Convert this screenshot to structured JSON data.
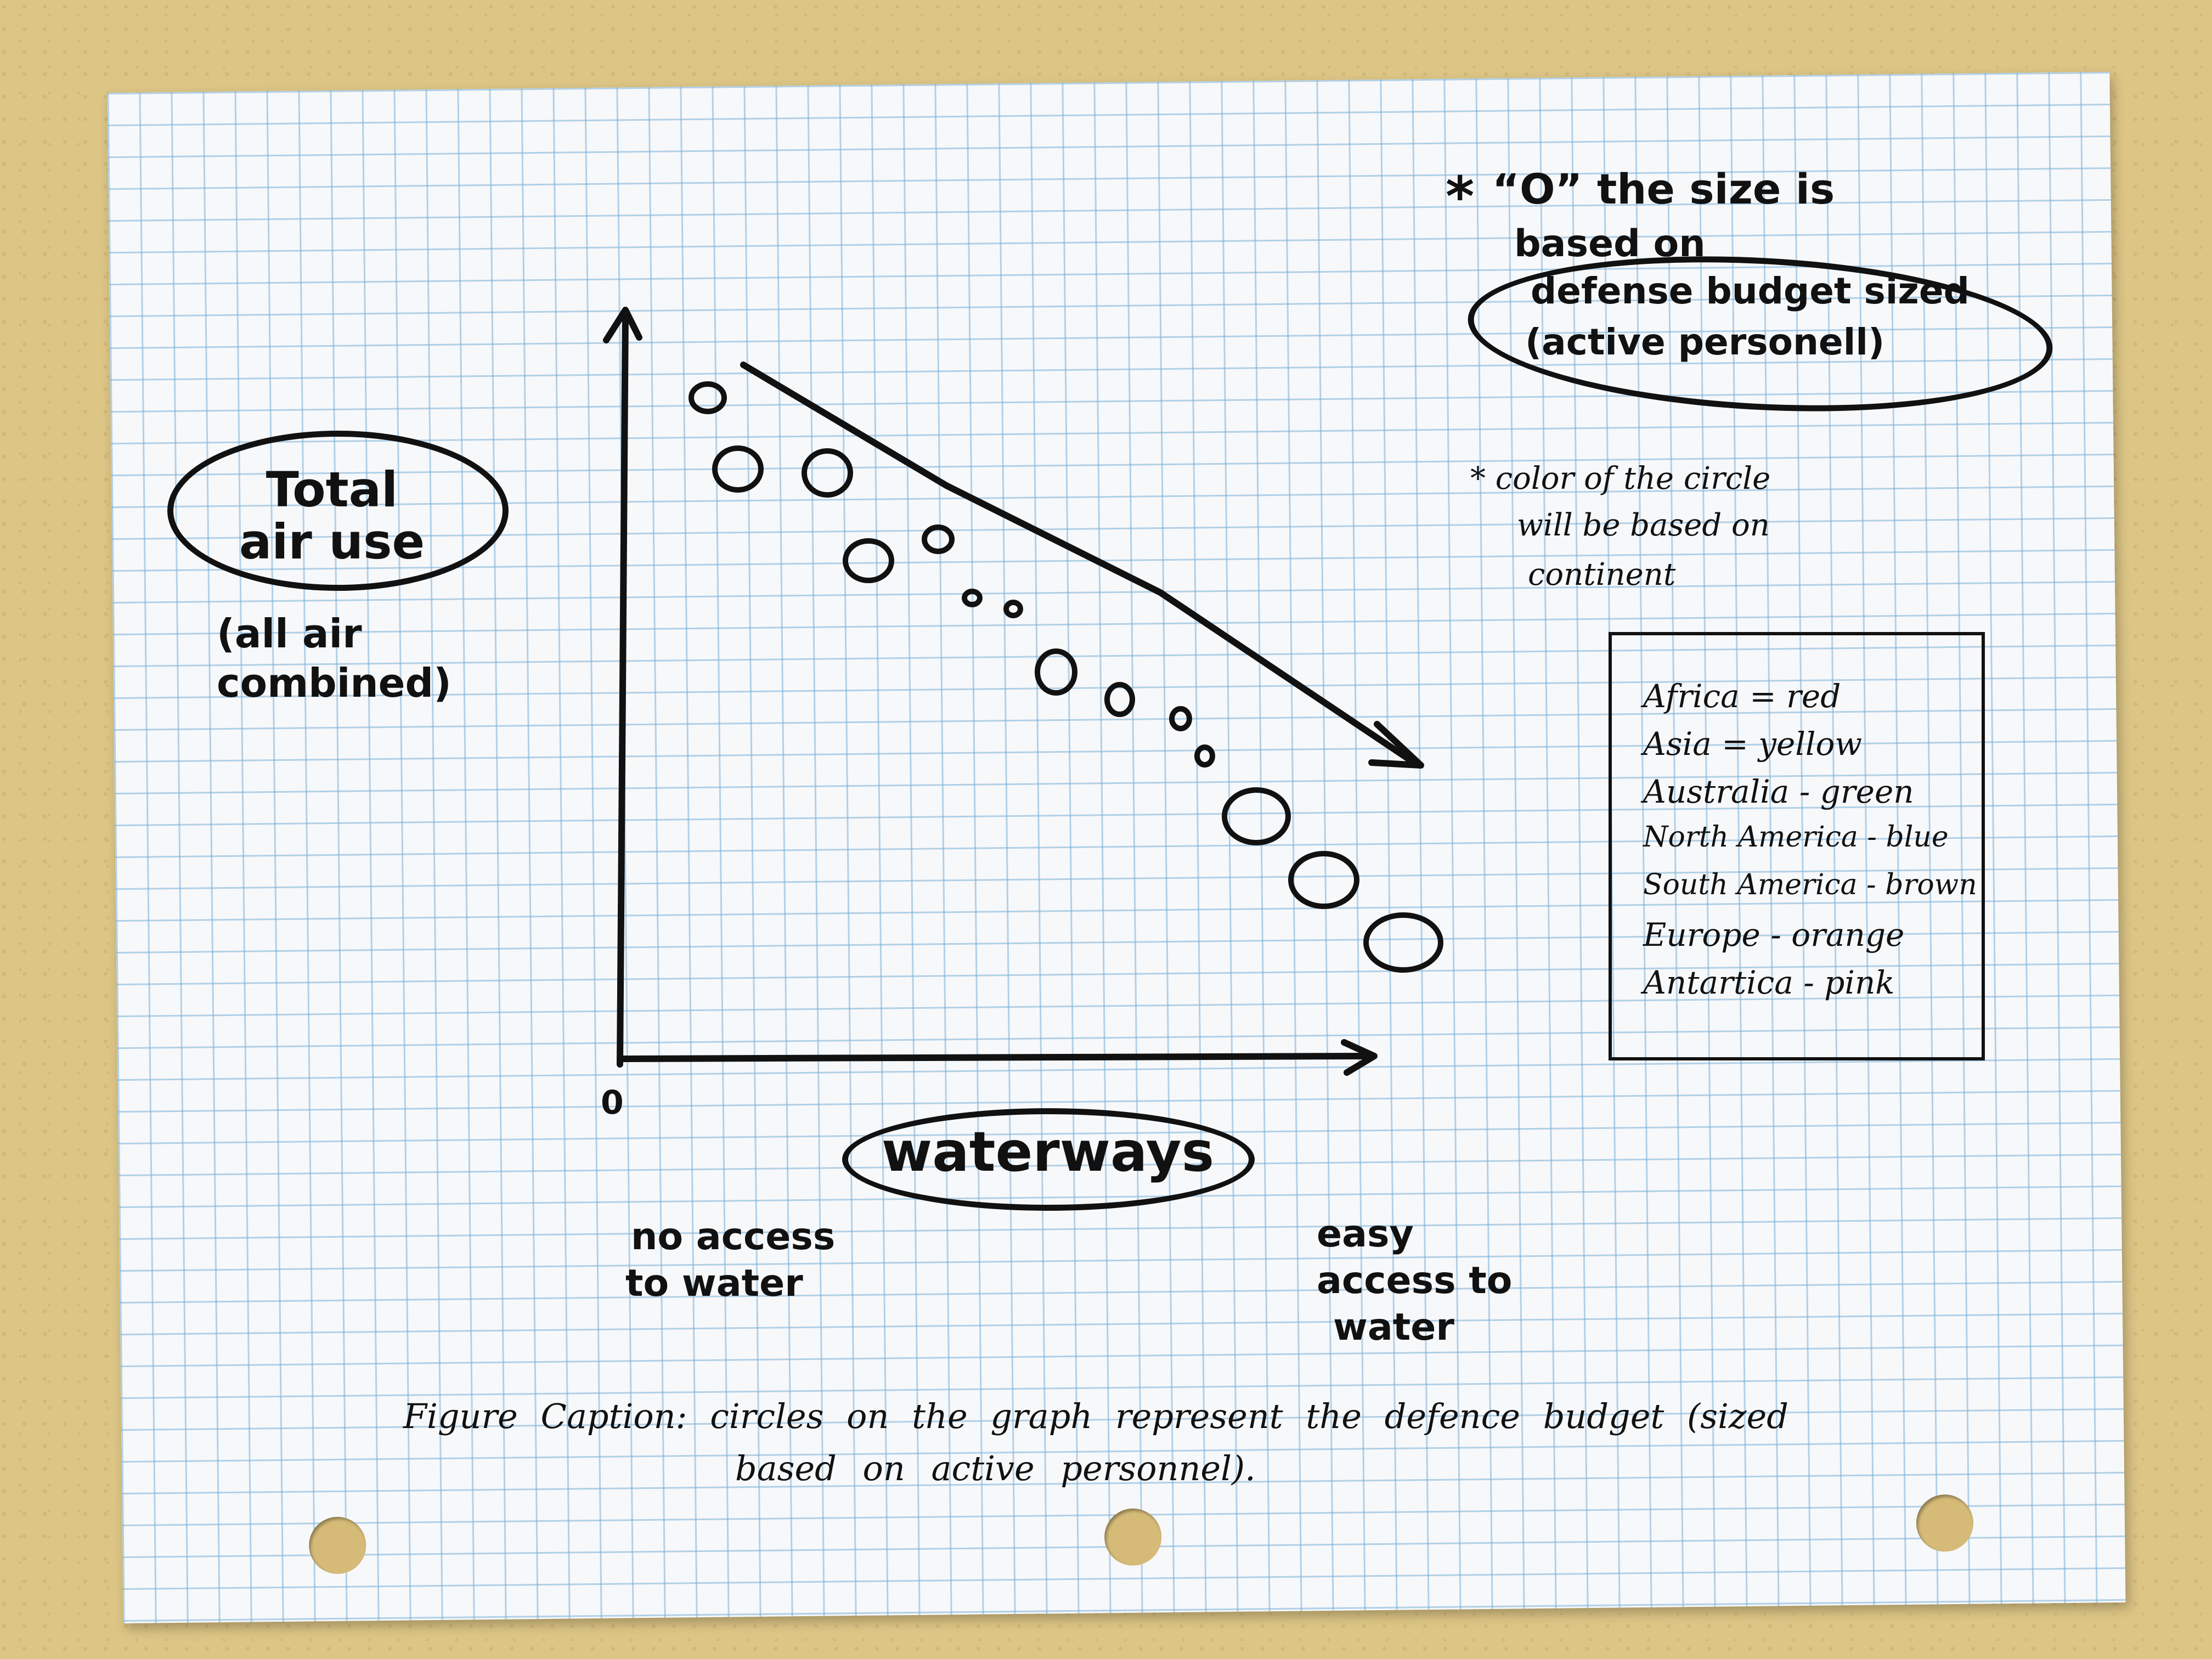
{
  "diagram": {
    "y_axis_title": "Total air use",
    "y_axis_note": "(all air combined)",
    "x_axis_title": "waterways",
    "origin_label": "0",
    "x_left_note": [
      "no access",
      "to water"
    ],
    "x_right_note": [
      "easy",
      "access to",
      "water"
    ]
  },
  "annotations": {
    "size_note_lines": [
      "“O” the size is",
      "based on"
    ],
    "size_note_circled": [
      "defense budget sized",
      "(active personell)"
    ],
    "color_note_lines": [
      "* color of the circle",
      "will be based on",
      "continent"
    ]
  },
  "legend": [
    {
      "continent": "Africa",
      "sep": "=",
      "color": "red",
      "hex": "#d0342c"
    },
    {
      "continent": "Asia",
      "sep": "=",
      "color": "yellow",
      "hex": "#e8c21e"
    },
    {
      "continent": "Australia",
      "sep": "-",
      "color": "green",
      "hex": "#3a9b45"
    },
    {
      "continent": "North America",
      "sep": "-",
      "color": "blue",
      "hex": "#2c5fd0"
    },
    {
      "continent": "South America",
      "sep": "-",
      "color": "brown",
      "hex": "#7a4a22"
    },
    {
      "continent": "Europe",
      "sep": "-",
      "color": "orange",
      "hex": "#f08a1c"
    },
    {
      "continent": "Antartica",
      "sep": "-",
      "color": "pink",
      "hex": "#e878b0"
    }
  ],
  "caption": [
    "Figure Caption: circles on the graph represent the defence budget (sized",
    "based on active personnel)."
  ],
  "colors": {
    "ink": "#111111",
    "grid": "#78afd7",
    "paper": "#f7f8fa"
  }
}
